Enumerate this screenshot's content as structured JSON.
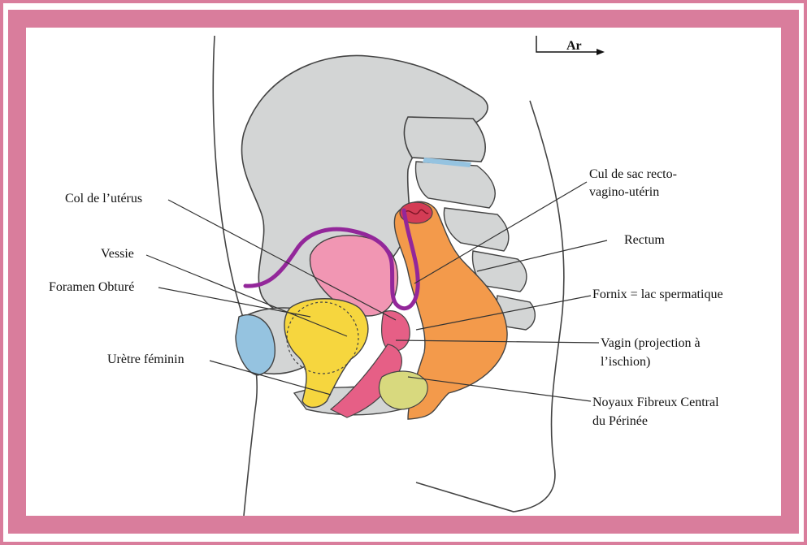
{
  "orientation": {
    "label": "Ar"
  },
  "labels": {
    "col_uterus": "Col de l’utérus",
    "vessie": "Vessie",
    "foramen": "Foramen Obturé",
    "uretre": "Urètre féminin",
    "cul_de_sac_l1": "Cul de sac recto-",
    "cul_de_sac_l2": "vagino-utérin",
    "rectum": "Rectum",
    "fornix": "Fornix = lac spermatique",
    "vagin_l1": "Vagin (projection à",
    "vagin_l2": "l’ischion)",
    "noyaux_l1": "Noyaux Fibreux Central",
    "noyaux_l2": "du Périnée"
  },
  "colors": {
    "frame": "#d97d9c",
    "bone": "#d3d5d5",
    "rectum": "#f39a4b",
    "bladder": "#f196b3",
    "uterus": "#e65f86",
    "foramen": "#f6d63e",
    "peritoneum": "#93279a",
    "perineal_body": "#d8d97e",
    "cartilage": "#95c3e0"
  }
}
